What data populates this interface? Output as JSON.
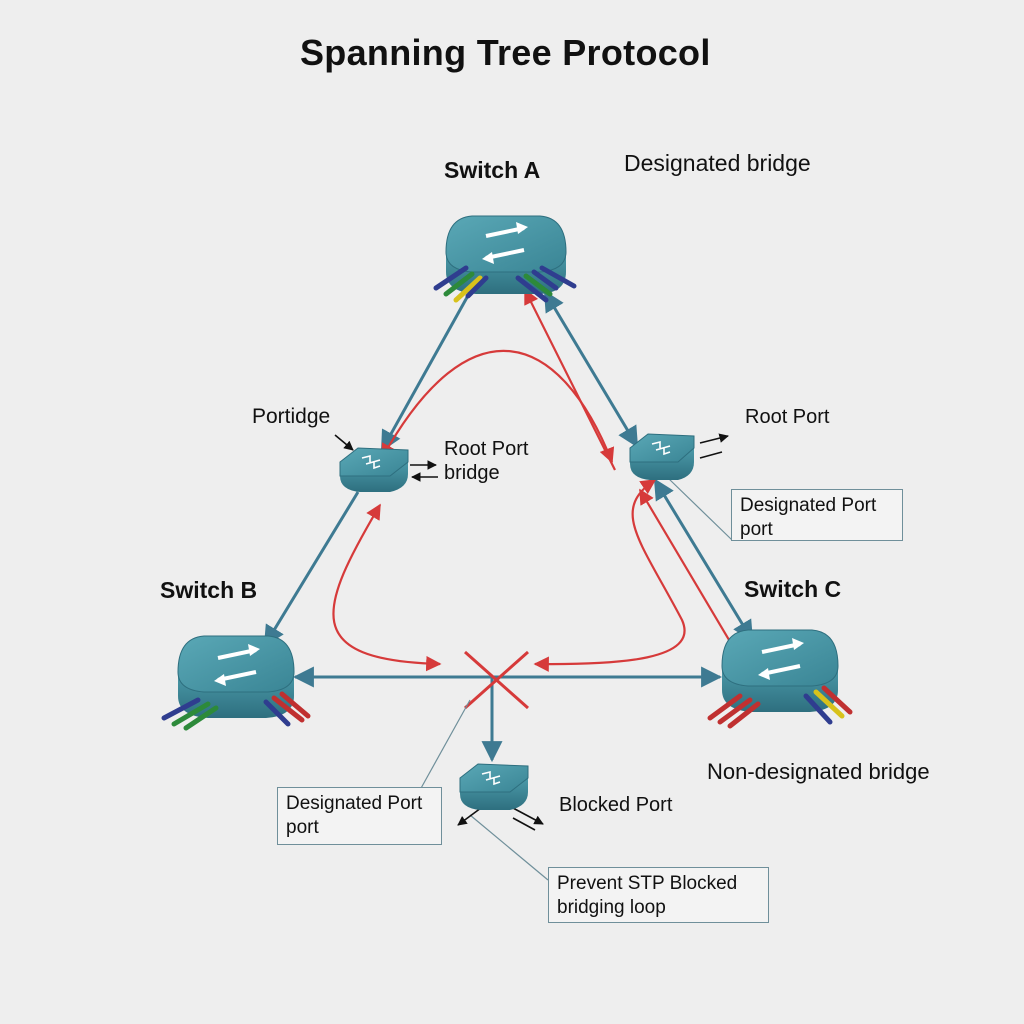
{
  "title": "Spanning Tree Protocol",
  "switches": {
    "a": {
      "name": "Switch A",
      "role": "Designated bridge"
    },
    "b": {
      "name": "Switch B"
    },
    "c": {
      "name": "Switch C",
      "role": "Non-designated bridge"
    }
  },
  "labels": {
    "portidge": "Portidge",
    "root_port_bridge_line1": "Root Port",
    "root_port_bridge_line2": "bridge",
    "root_port_right": "Root Port",
    "blocked_port": "Blocked Port"
  },
  "callouts": {
    "designated_right": {
      "line1": "Designated Port",
      "line2": "port"
    },
    "designated_bottom": {
      "line1": "Designated Port",
      "line2": "port"
    },
    "prevent": {
      "line1": "Prevent STP Blocked",
      "line2": "bridging loop"
    }
  },
  "colors": {
    "link": "#3e7a92",
    "loop": "#d63a3a",
    "switch_body": "#3d8797",
    "switch_top": "#4a97a6",
    "blocked_x": "#d63a3a"
  },
  "icons": [
    "switch-icon",
    "bridge-icon",
    "blocked-x-icon",
    "arrow-icon"
  ]
}
